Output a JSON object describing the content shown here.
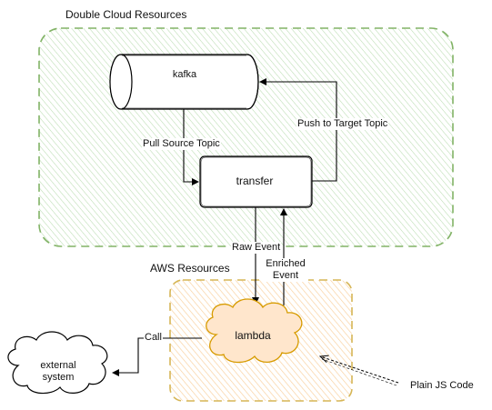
{
  "groups": {
    "double_cloud": {
      "title": "Double Cloud Resources"
    },
    "aws": {
      "title": "AWS Resources"
    }
  },
  "nodes": {
    "kafka": "kafka",
    "transfer": "transfer",
    "lambda": "lambda",
    "external_system": "external\nsystem",
    "plain_js_code": "Plain JS Code"
  },
  "edges": {
    "pull_source_topic": "Pull Source Topic",
    "push_to_target_topic": "Push to Target Topic",
    "raw_event": "Raw Event",
    "enriched_event": "Enriched\nEvent",
    "call": "Call"
  },
  "colors": {
    "double_cloud_border": "#82b366",
    "double_cloud_fill": "#d5e8d4",
    "aws_border": "#d6b656",
    "aws_fill": "#ffe6cc",
    "lambda_stroke": "#d79b00",
    "lambda_fill": "#ffe6cc",
    "stroke": "#000000"
  },
  "icons": [
    "cylinder-shape",
    "cloud-shape",
    "arrow-head"
  ]
}
